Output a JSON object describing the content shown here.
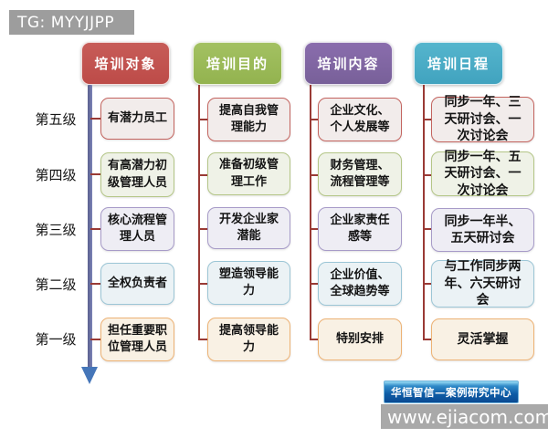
{
  "watermark": {
    "tag": "TG: MYYJJPP"
  },
  "brand": {
    "label": "华恒智信—案例研究中心",
    "url": "www.ejiacom.com"
  },
  "levels": [
    "第五级",
    "第四级",
    "第三级",
    "第二级",
    "第一级"
  ],
  "columns": [
    {
      "header": "培训对象",
      "accent": "#c0504d",
      "items": [
        "有潜力员工",
        "有高潜力初级管理人员",
        "核心流程管理人员",
        "全权负责者",
        "担任重要职位管理人员"
      ]
    },
    {
      "header": "培训目的",
      "accent": "#9bbb59",
      "items": [
        "提高自我管理能力",
        "准备初级管理工作",
        "开发企业家潜能",
        "塑造领导能力",
        "提高领导能力"
      ]
    },
    {
      "header": "培训内容",
      "accent": "#8064a2",
      "items": [
        "企业文化、个人发展等",
        "财务管理、流程管理等",
        "企业家责任感等",
        "企业价值、全球趋势等",
        "特别安排"
      ]
    },
    {
      "header": "培训日程",
      "accent": "#4bacc6",
      "items": [
        "同步一年、三天研讨会、一次讨论会",
        "同步一年、五天研讨会、一次讨论会",
        "同步一年半、五天研讨会",
        "与工作同步两年、六天研讨会",
        "灵活掌握"
      ]
    }
  ],
  "palette": {
    "row_accents": [
      "#c0504d",
      "#9bbb59",
      "#8064a2",
      "#4bacc6",
      "#f79646"
    ],
    "connector": "#9a3a35",
    "axis_line": "#6f76ad",
    "axis_arrow": "#4576b9",
    "tag_bg": "#9d9d9d",
    "urlbar_bg": "#a9a9a9"
  }
}
